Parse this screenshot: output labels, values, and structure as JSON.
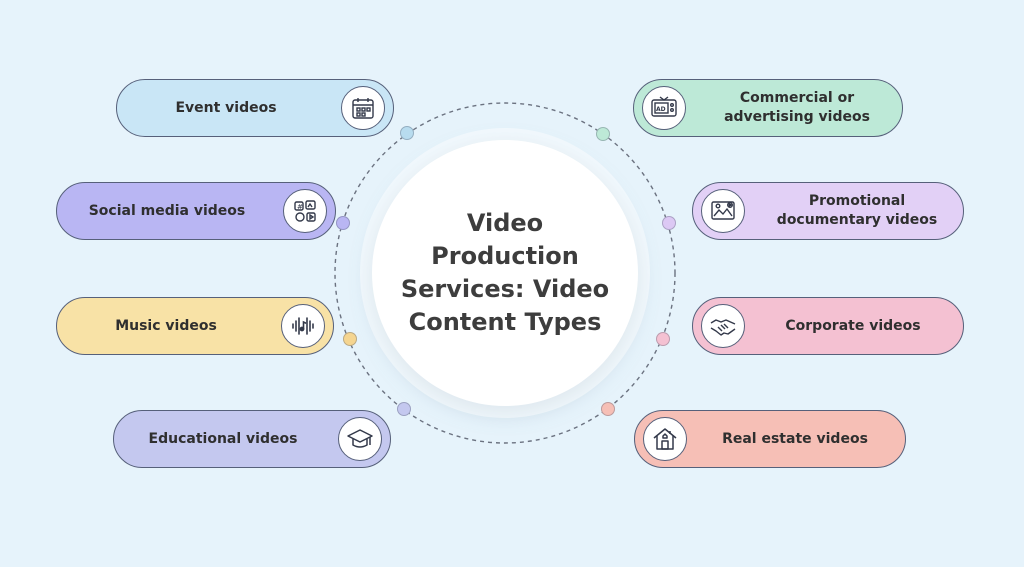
{
  "diagram": {
    "center_title": "Video Production Services: Video Content Types",
    "left_items": [
      {
        "label": "Event videos",
        "icon": "calendar-icon",
        "color": "#c9e6f6",
        "dot_color": "#b8dcef"
      },
      {
        "label": "Social media videos",
        "icon": "social-media-icon",
        "color": "#b9b6f3",
        "dot_color": "#b9b6f3"
      },
      {
        "label": "Music videos",
        "icon": "music-wave-icon",
        "color": "#f8e2a6",
        "dot_color": "#f5d590"
      },
      {
        "label": "Educational videos",
        "icon": "graduation-cap-icon",
        "color": "#c4c8ef",
        "dot_color": "#c4c8ef"
      }
    ],
    "right_items": [
      {
        "label": "Commercial or advertising videos",
        "icon": "tv-ad-icon",
        "color": "#bde9d7",
        "dot_color": "#bde9d7"
      },
      {
        "label": "Promotional documentary videos",
        "icon": "documentary-icon",
        "color": "#e2d0f6",
        "dot_color": "#dcc8f4"
      },
      {
        "label": "Corporate videos",
        "icon": "handshake-icon",
        "color": "#f4c1d2",
        "dot_color": "#f4c1d2"
      },
      {
        "label": "Real estate videos",
        "icon": "house-icon",
        "color": "#f6bfb6",
        "dot_color": "#f6bfb6"
      }
    ]
  }
}
